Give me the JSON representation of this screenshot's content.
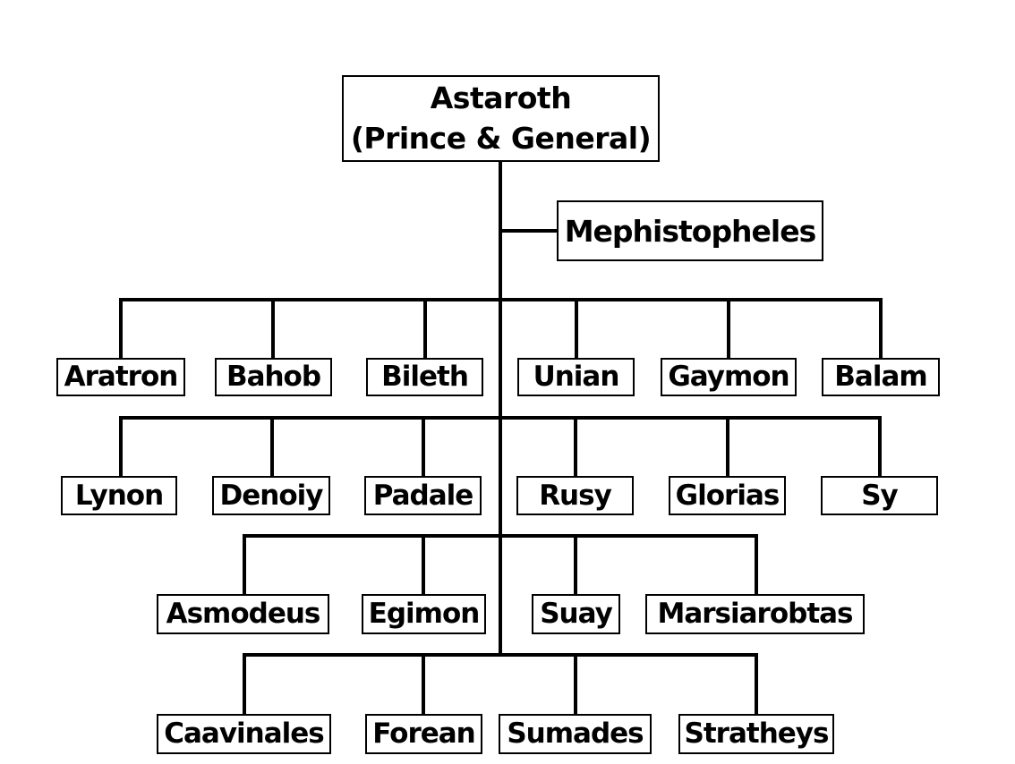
{
  "root": {
    "name": "Astaroth",
    "title": "(Prince & General)"
  },
  "deputy": {
    "name": "Mephistopheles"
  },
  "rows": [
    [
      "Aratron",
      "Bahob",
      "Bileth",
      "Unian",
      "Gaymon",
      "Balam"
    ],
    [
      "Lynon",
      "Denoiy",
      "Padale",
      "Rusy",
      "Glorias",
      "Sy"
    ],
    [
      "Asmodeus",
      "Egimon",
      "Suay",
      "Marsiarobtas"
    ],
    [
      "Caavinales",
      "Forean",
      "Sumades",
      "Stratheys"
    ]
  ]
}
